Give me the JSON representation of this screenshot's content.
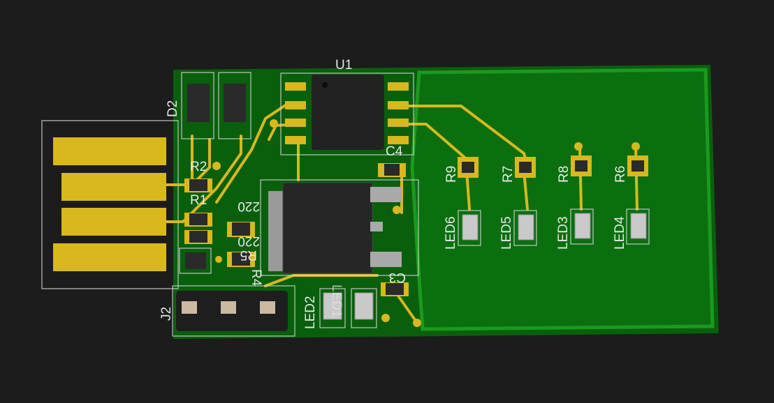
{
  "labels": {
    "u1": "U1",
    "d2": "D2",
    "r2": "R2",
    "r1": "R1",
    "v220a": "220",
    "v220b": "220",
    "r5": "R5",
    "r4": "R4",
    "j2": "J2",
    "led2": "LED2",
    "led1": "LED1",
    "c4": "C4",
    "c3": "C3",
    "r9": "R9",
    "r7": "R7",
    "r8": "R8",
    "r6": "R6",
    "led6": "LED6",
    "led5": "LED5",
    "led3": "LED3",
    "led4": "LED4"
  },
  "colors": {
    "background": "#1c1c1c",
    "board": "#0b6e10",
    "copper_pour": "#0f8a14",
    "trace": "#d8b81e",
    "silkscreen": "#e8e8e8"
  }
}
